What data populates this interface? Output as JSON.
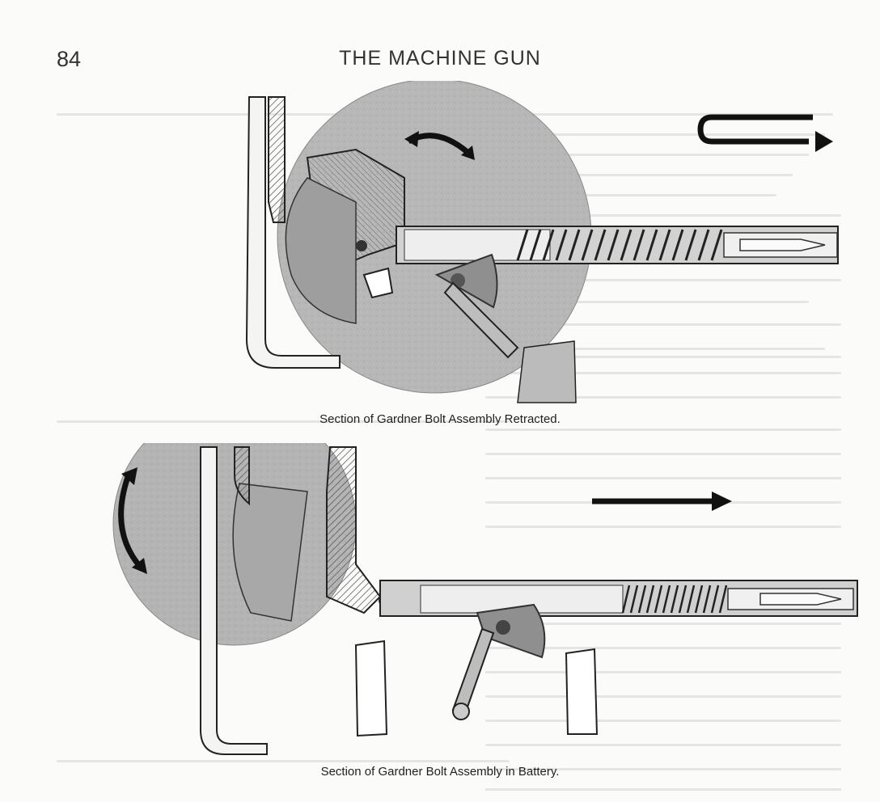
{
  "page": {
    "number": "84",
    "running_head": "THE MACHINE GUN"
  },
  "figures": [
    {
      "caption": "Section of Gardner Bolt Assembly Retracted."
    },
    {
      "caption": "Section of Gardner Bolt Assembly in Battery."
    }
  ],
  "icons": [
    "curved-arrow-icon",
    "u-turn-arrow-icon",
    "right-arrow-icon"
  ]
}
